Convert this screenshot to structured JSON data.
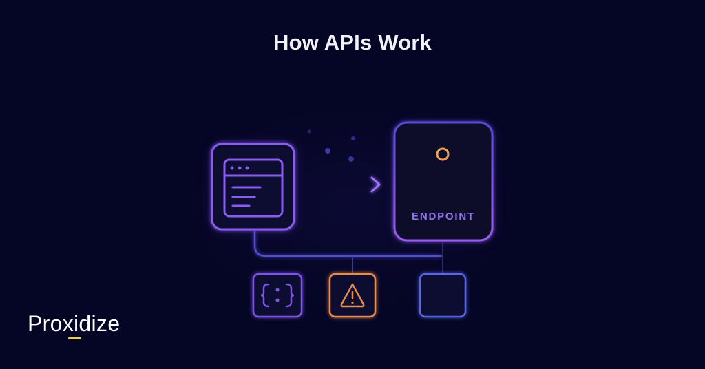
{
  "header": {
    "title": "How APIs Work"
  },
  "diagram": {
    "client_node": {
      "icon": "browser-window-icon"
    },
    "arrow": {
      "icon": "arrow-right-icon"
    },
    "endpoint_node": {
      "label": "ENDPOINT",
      "icon": "pin-circle-icon"
    },
    "bottom_nodes": [
      {
        "icon": "json-braces-icon",
        "color": "#7b55e8"
      },
      {
        "icon": "warning-triangle-icon",
        "color": "#e98a4a"
      },
      {
        "icon": "empty-square-icon",
        "color": "#5566e6"
      }
    ],
    "colors": {
      "background": "#050525",
      "purple": "#8a5cf0",
      "violet_blue": "#5a55e8",
      "orange": "#f0a050",
      "endpoint_text": "#8f72ee"
    }
  },
  "brand": {
    "name": "Proxidize",
    "accent": "#e8d23a"
  }
}
